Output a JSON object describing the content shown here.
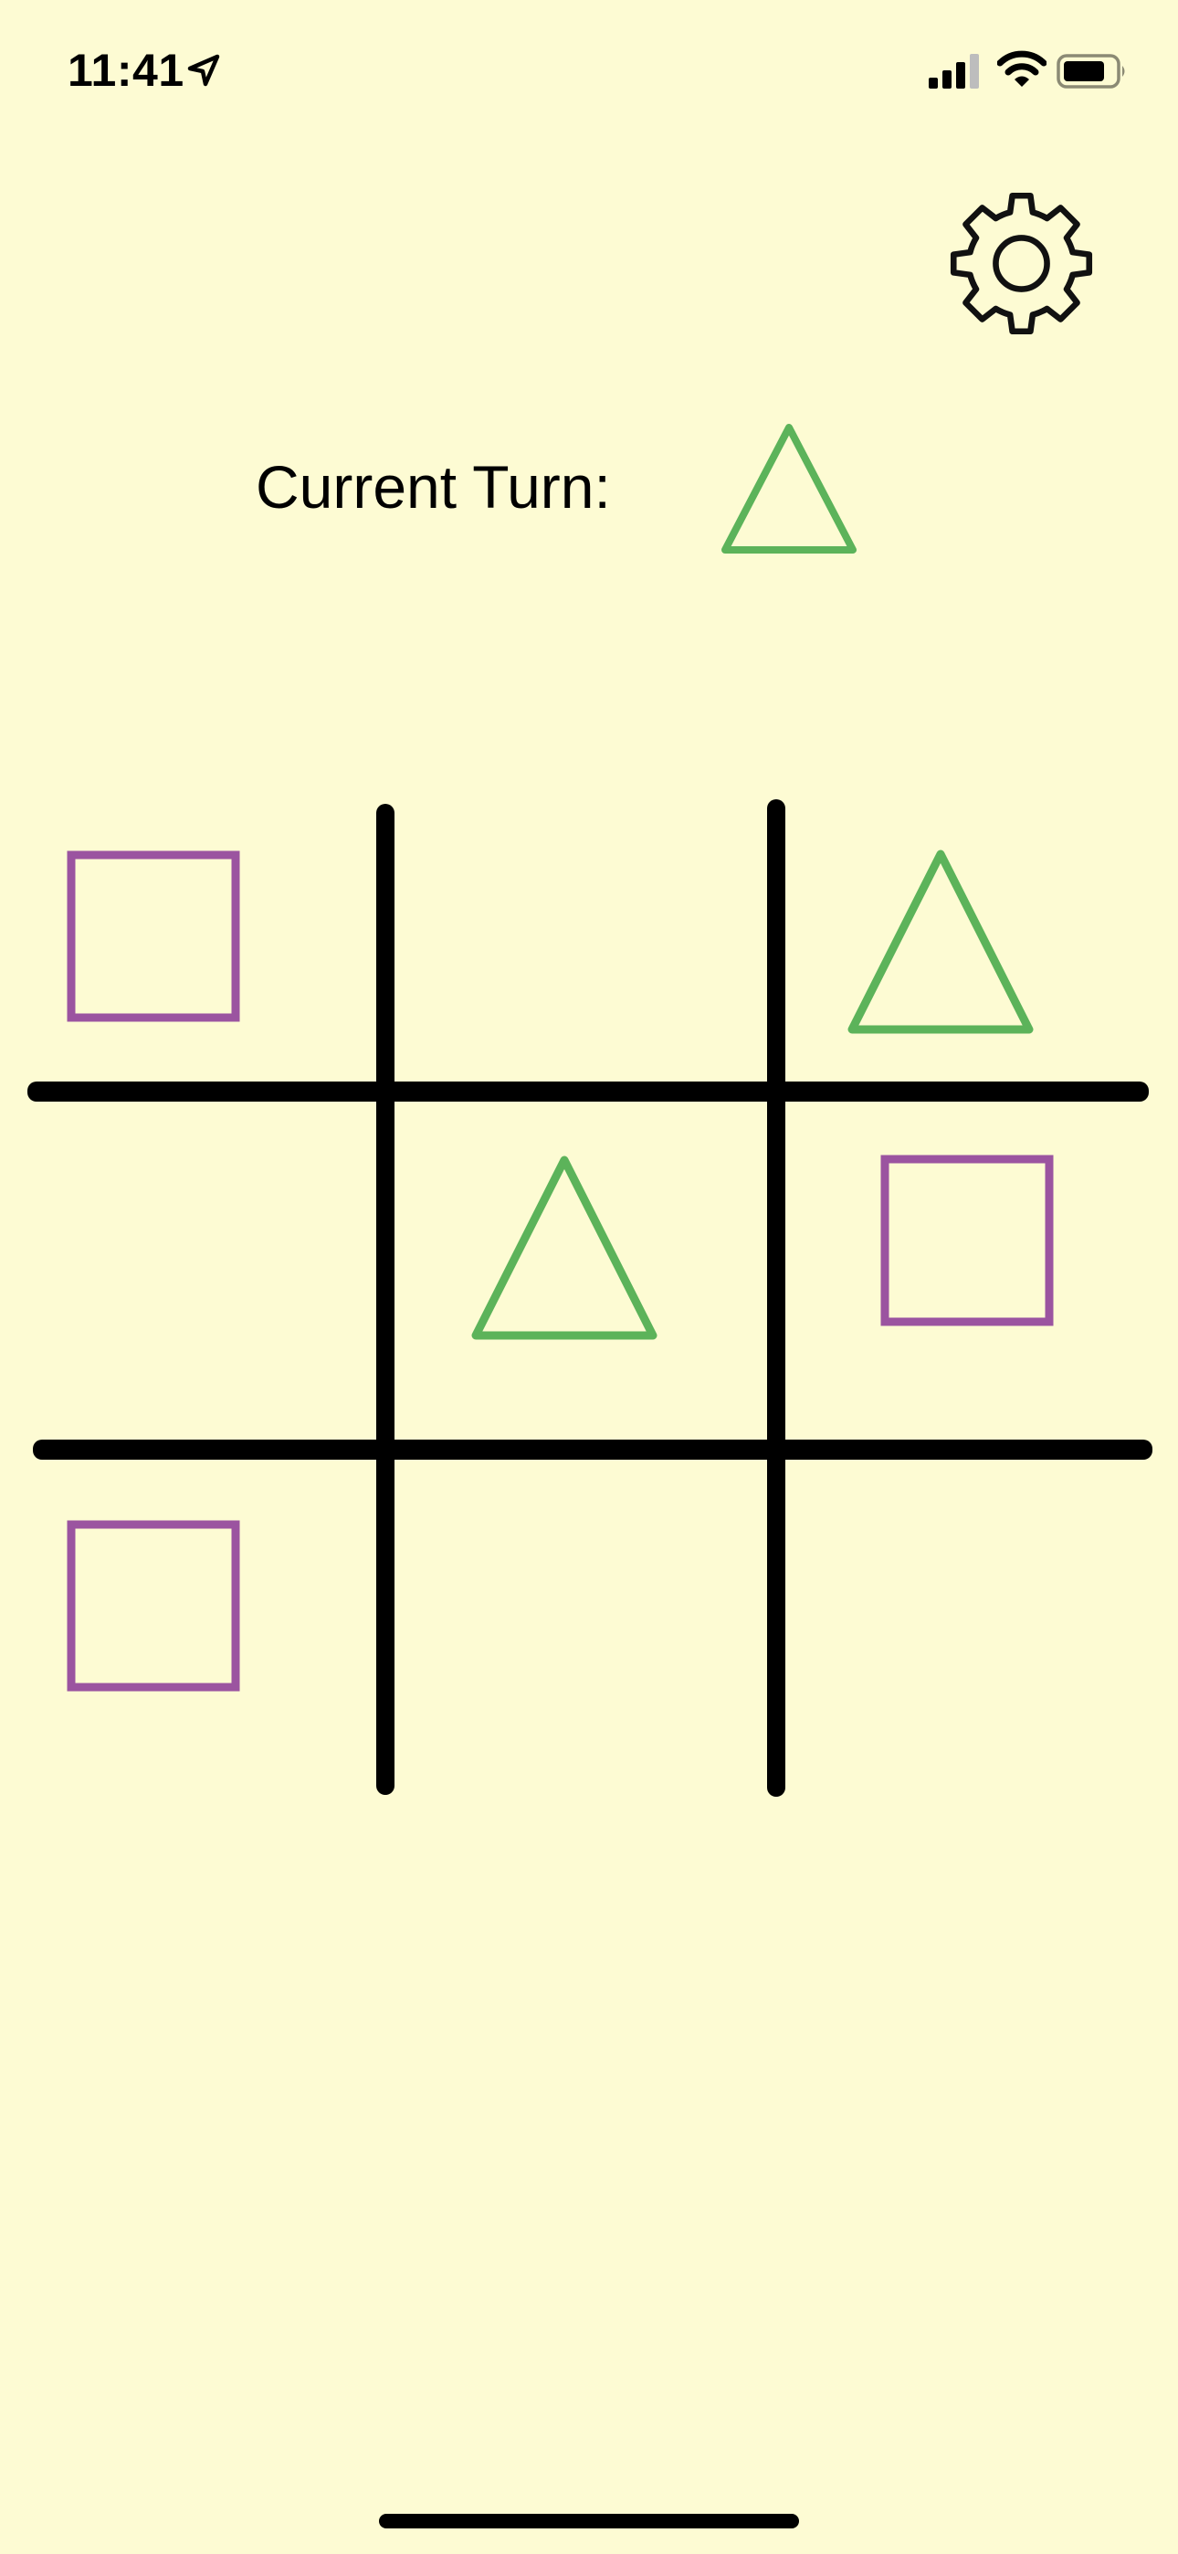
{
  "status_bar": {
    "time": "11:41",
    "location_icon": "location-arrow-icon",
    "signal_icon": "cellular-signal-icon",
    "wifi_icon": "wifi-icon",
    "battery_icon": "battery-icon"
  },
  "settings": {
    "icon": "gear-icon"
  },
  "turn": {
    "label": "Current Turn:",
    "current_piece": "triangle",
    "current_piece_color": "#5cb35a"
  },
  "colors": {
    "background": "#fdfbd3",
    "grid": "#000000",
    "triangle": "#5cb35a",
    "square": "#9b54a0"
  },
  "board": {
    "cells": [
      {
        "row": 1,
        "col": 1,
        "piece": "square"
      },
      {
        "row": 1,
        "col": 2,
        "piece": ""
      },
      {
        "row": 1,
        "col": 3,
        "piece": "triangle"
      },
      {
        "row": 2,
        "col": 1,
        "piece": ""
      },
      {
        "row": 2,
        "col": 2,
        "piece": "triangle"
      },
      {
        "row": 2,
        "col": 3,
        "piece": "square"
      },
      {
        "row": 3,
        "col": 1,
        "piece": "square"
      },
      {
        "row": 3,
        "col": 2,
        "piece": ""
      },
      {
        "row": 3,
        "col": 3,
        "piece": ""
      }
    ]
  }
}
